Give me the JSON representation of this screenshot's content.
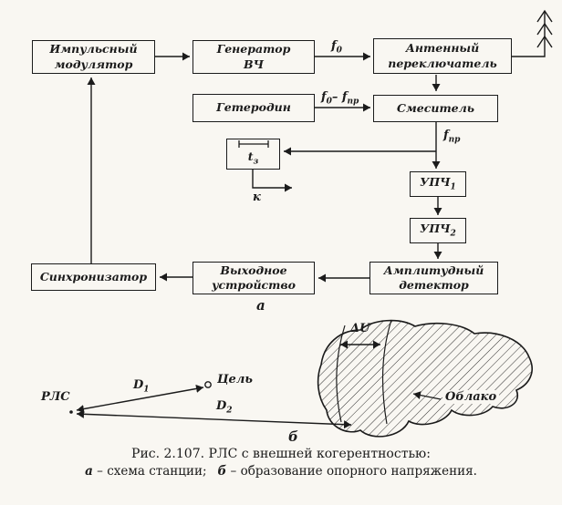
{
  "figure": {
    "blocks": {
      "impulse_modulator": "Импульсный\nмодулятор",
      "hf_generator": "Генератор\nВЧ",
      "antenna_switch": "Антенный\nпереключатель",
      "heterodyne": "Гетеродин",
      "mixer": "Смеситель",
      "delay": {
        "base": "t",
        "sub": "з"
      },
      "upch1": {
        "base": "УПЧ",
        "sub": "1"
      },
      "upch2": {
        "base": "УПЧ",
        "sub": "2"
      },
      "synchronizer": "Синхронизатор",
      "output_device": "Выходное\nустройство",
      "amp_detector": "Амплитудный\nдетектор"
    },
    "signals": {
      "f0": {
        "base": "f",
        "sub": "0"
      },
      "f0_minus_fpr": {
        "base": "f",
        "sub": "0",
        "base2": "– f",
        "sub2": "пр"
      },
      "fpr": {
        "base": "f",
        "sub": "пр"
      },
      "k": "к"
    },
    "part_a_label": "а",
    "part_b_label": "б",
    "scene": {
      "rls": "РЛС",
      "target": "Цель",
      "cloud": "Облако",
      "d1": {
        "base": "D",
        "sub": "1"
      },
      "d2": {
        "base": "D",
        "sub": "2"
      },
      "delta_u": "ΔU"
    },
    "caption": {
      "line1": "Рис. 2.107. РЛС с внешней когерентностью:",
      "line2_a": "а",
      "line2_t1": " – схема станции;",
      "line2_b": "б",
      "line2_t2": " – образование опорного напряжения."
    }
  },
  "colors": {
    "ink": "#1b1b1b",
    "paper": "#f9f7f2"
  }
}
